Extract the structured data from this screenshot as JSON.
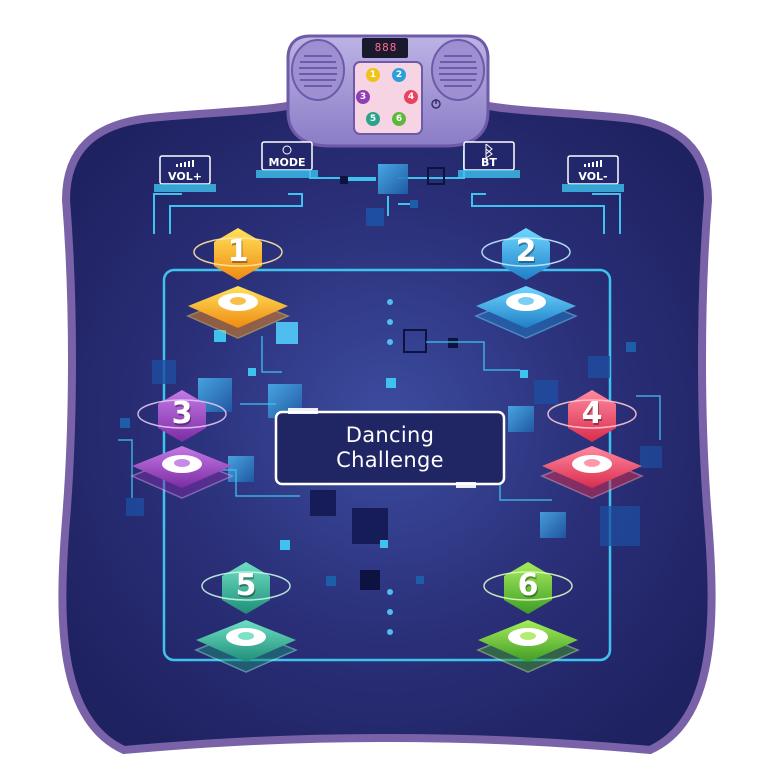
{
  "mat": {
    "title_line1": "Dancing",
    "title_line2": "Challenge",
    "colors": {
      "mat_fill": "#272a6c",
      "mat_border": "#7a62a8",
      "frame": "#3fc2ee",
      "panel": "#a69ad6"
    }
  },
  "control_panel": {
    "display_value": "888",
    "mini_pads": [
      "1",
      "2",
      "3",
      "4",
      "5",
      "6"
    ],
    "power_icon": "power-icon",
    "speaker_icon": "speaker-grille-icon"
  },
  "buttons": {
    "vol_up": "VOL+",
    "mode": "MODE",
    "bt": "BT",
    "vol_down": "VOL-"
  },
  "pads": [
    {
      "number": "1",
      "color": "#f39c12"
    },
    {
      "number": "2",
      "color": "#2a9fd8"
    },
    {
      "number": "3",
      "color": "#8e3fb5"
    },
    {
      "number": "4",
      "color": "#e8435e"
    },
    {
      "number": "5",
      "color": "#2aa38a"
    },
    {
      "number": "6",
      "color": "#5cb83a"
    }
  ]
}
